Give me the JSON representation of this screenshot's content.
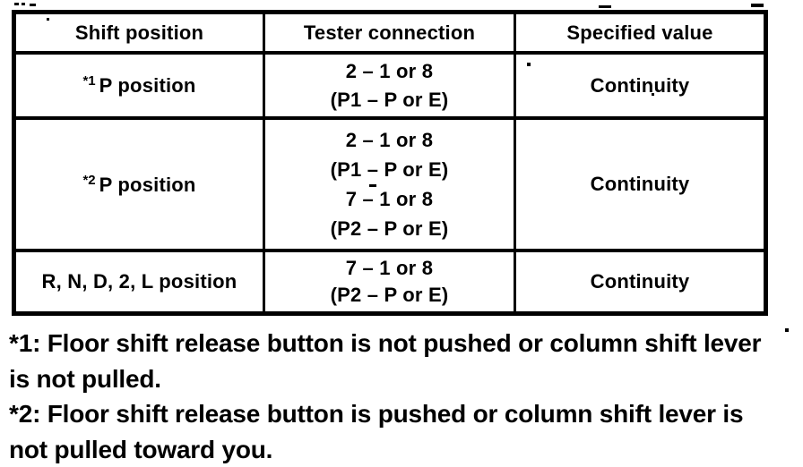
{
  "table": {
    "headers": {
      "shift": "Shift position",
      "tester": "Tester connection",
      "value": "Specified value"
    },
    "rows": [
      {
        "marker": "*1",
        "shift": "P position",
        "tester": [
          "2 – 1 or 8",
          "(P1 – P or E)"
        ],
        "value": "Continuity"
      },
      {
        "marker": "*2",
        "shift": "P position",
        "tester": [
          "2 – 1 or 8",
          "(P1 – P or E)",
          "7 – 1 or 8",
          "(P2 – P or E)"
        ],
        "value": "Continuity"
      },
      {
        "marker": "",
        "shift": "R, N, D, 2, L position",
        "tester": [
          "7 – 1 or 8",
          "(P2 – P or E)"
        ],
        "value": "Continuity"
      }
    ]
  },
  "footnotes": [
    {
      "line1": "*1: Floor shift release button is not pushed or column shift lever",
      "line2": "is not pulled."
    },
    {
      "line1": "*2: Floor shift release button is pushed or column shift lever is",
      "line2": "not pulled toward you."
    }
  ]
}
